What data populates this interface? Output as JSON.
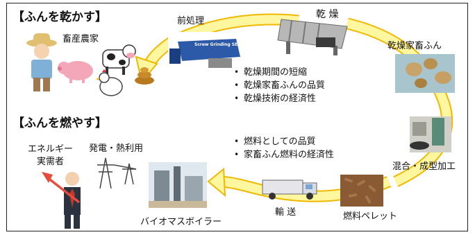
{
  "headings": {
    "dry": "【ふんを乾かす】",
    "burn": "【ふんを燃やす】"
  },
  "labels": {
    "farmer": "畜産農家",
    "pretreatment": "前処理",
    "drying": "乾 燥",
    "dried_manure": "乾燥家畜ふん",
    "mixing_forming": "混合・成型加工",
    "fuel_pellet": "燃料ペレット",
    "transport": "輸 送",
    "boiler": "バイオマスボイラー",
    "power_heat": "発電・熱利用",
    "energy_user": "エネルギー\n実需者",
    "machine_text": "Screw Grinding SEPARATOR"
  },
  "bullets_drying": [
    "乾燥期間の短縮",
    "乾燥家畜ふんの品質",
    "乾燥技術の経済性"
  ],
  "bullets_fuel": [
    "燃料としての品質",
    "家畜ふん燃料の経済性"
  ],
  "colors": {
    "arrow_fill": "#fff7a0",
    "arrow_stroke": "#f0b800",
    "frame": "#222222"
  },
  "icons": {
    "farmer": "farmer-illustration",
    "pig": "pig-illustration",
    "cow": "cow-illustration",
    "chicken": "chicken-illustration",
    "manure": "manure-icon",
    "separator": "separator-machine-photo",
    "dryer": "dryer-machine-photo",
    "dried": "dried-manure-photo",
    "mixer": "mixing-machine-photo",
    "pellets": "fuel-pellet-photo",
    "truck": "truck-illustration",
    "boiler": "biomass-boiler-photo",
    "towers": "power-tower-illustration",
    "businessman": "businessman-illustration"
  }
}
